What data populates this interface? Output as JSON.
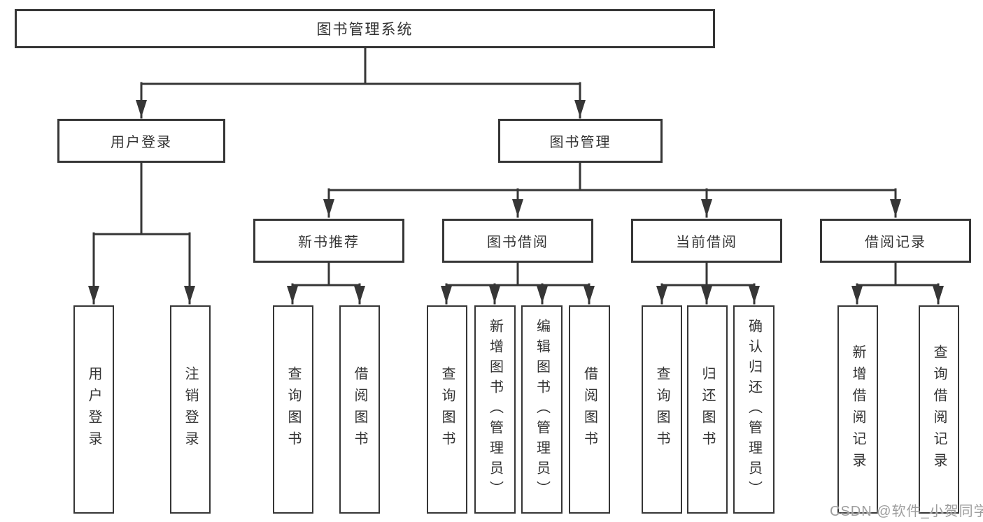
{
  "tree": {
    "label": "图书管理系统",
    "children": [
      {
        "label": "用户登录",
        "children": [
          {
            "label": "用户登录"
          },
          {
            "label": "注销登录"
          }
        ]
      },
      {
        "label": "图书管理",
        "children": [
          {
            "label": "新书推荐",
            "children": [
              {
                "label": "查询图书"
              },
              {
                "label": "借阅图书"
              }
            ]
          },
          {
            "label": "图书借阅",
            "children": [
              {
                "label": "查询图书"
              },
              {
                "label": "新增图书（管理员）"
              },
              {
                "label": "编辑图书（管理员）"
              },
              {
                "label": "借阅图书"
              }
            ]
          },
          {
            "label": "当前借阅",
            "children": [
              {
                "label": "查询图书"
              },
              {
                "label": "归还图书"
              },
              {
                "label": "确认归还（管理员）"
              }
            ]
          },
          {
            "label": "借阅记录",
            "children": [
              {
                "label": "新增借阅记录"
              },
              {
                "label": "查询借阅记录"
              }
            ]
          }
        ]
      }
    ]
  },
  "watermark": {
    "text": "CSDN @软件_小贺同学"
  },
  "colors": {
    "line": "#363636",
    "text": "#333333",
    "watermark": "#9e9e9e"
  }
}
